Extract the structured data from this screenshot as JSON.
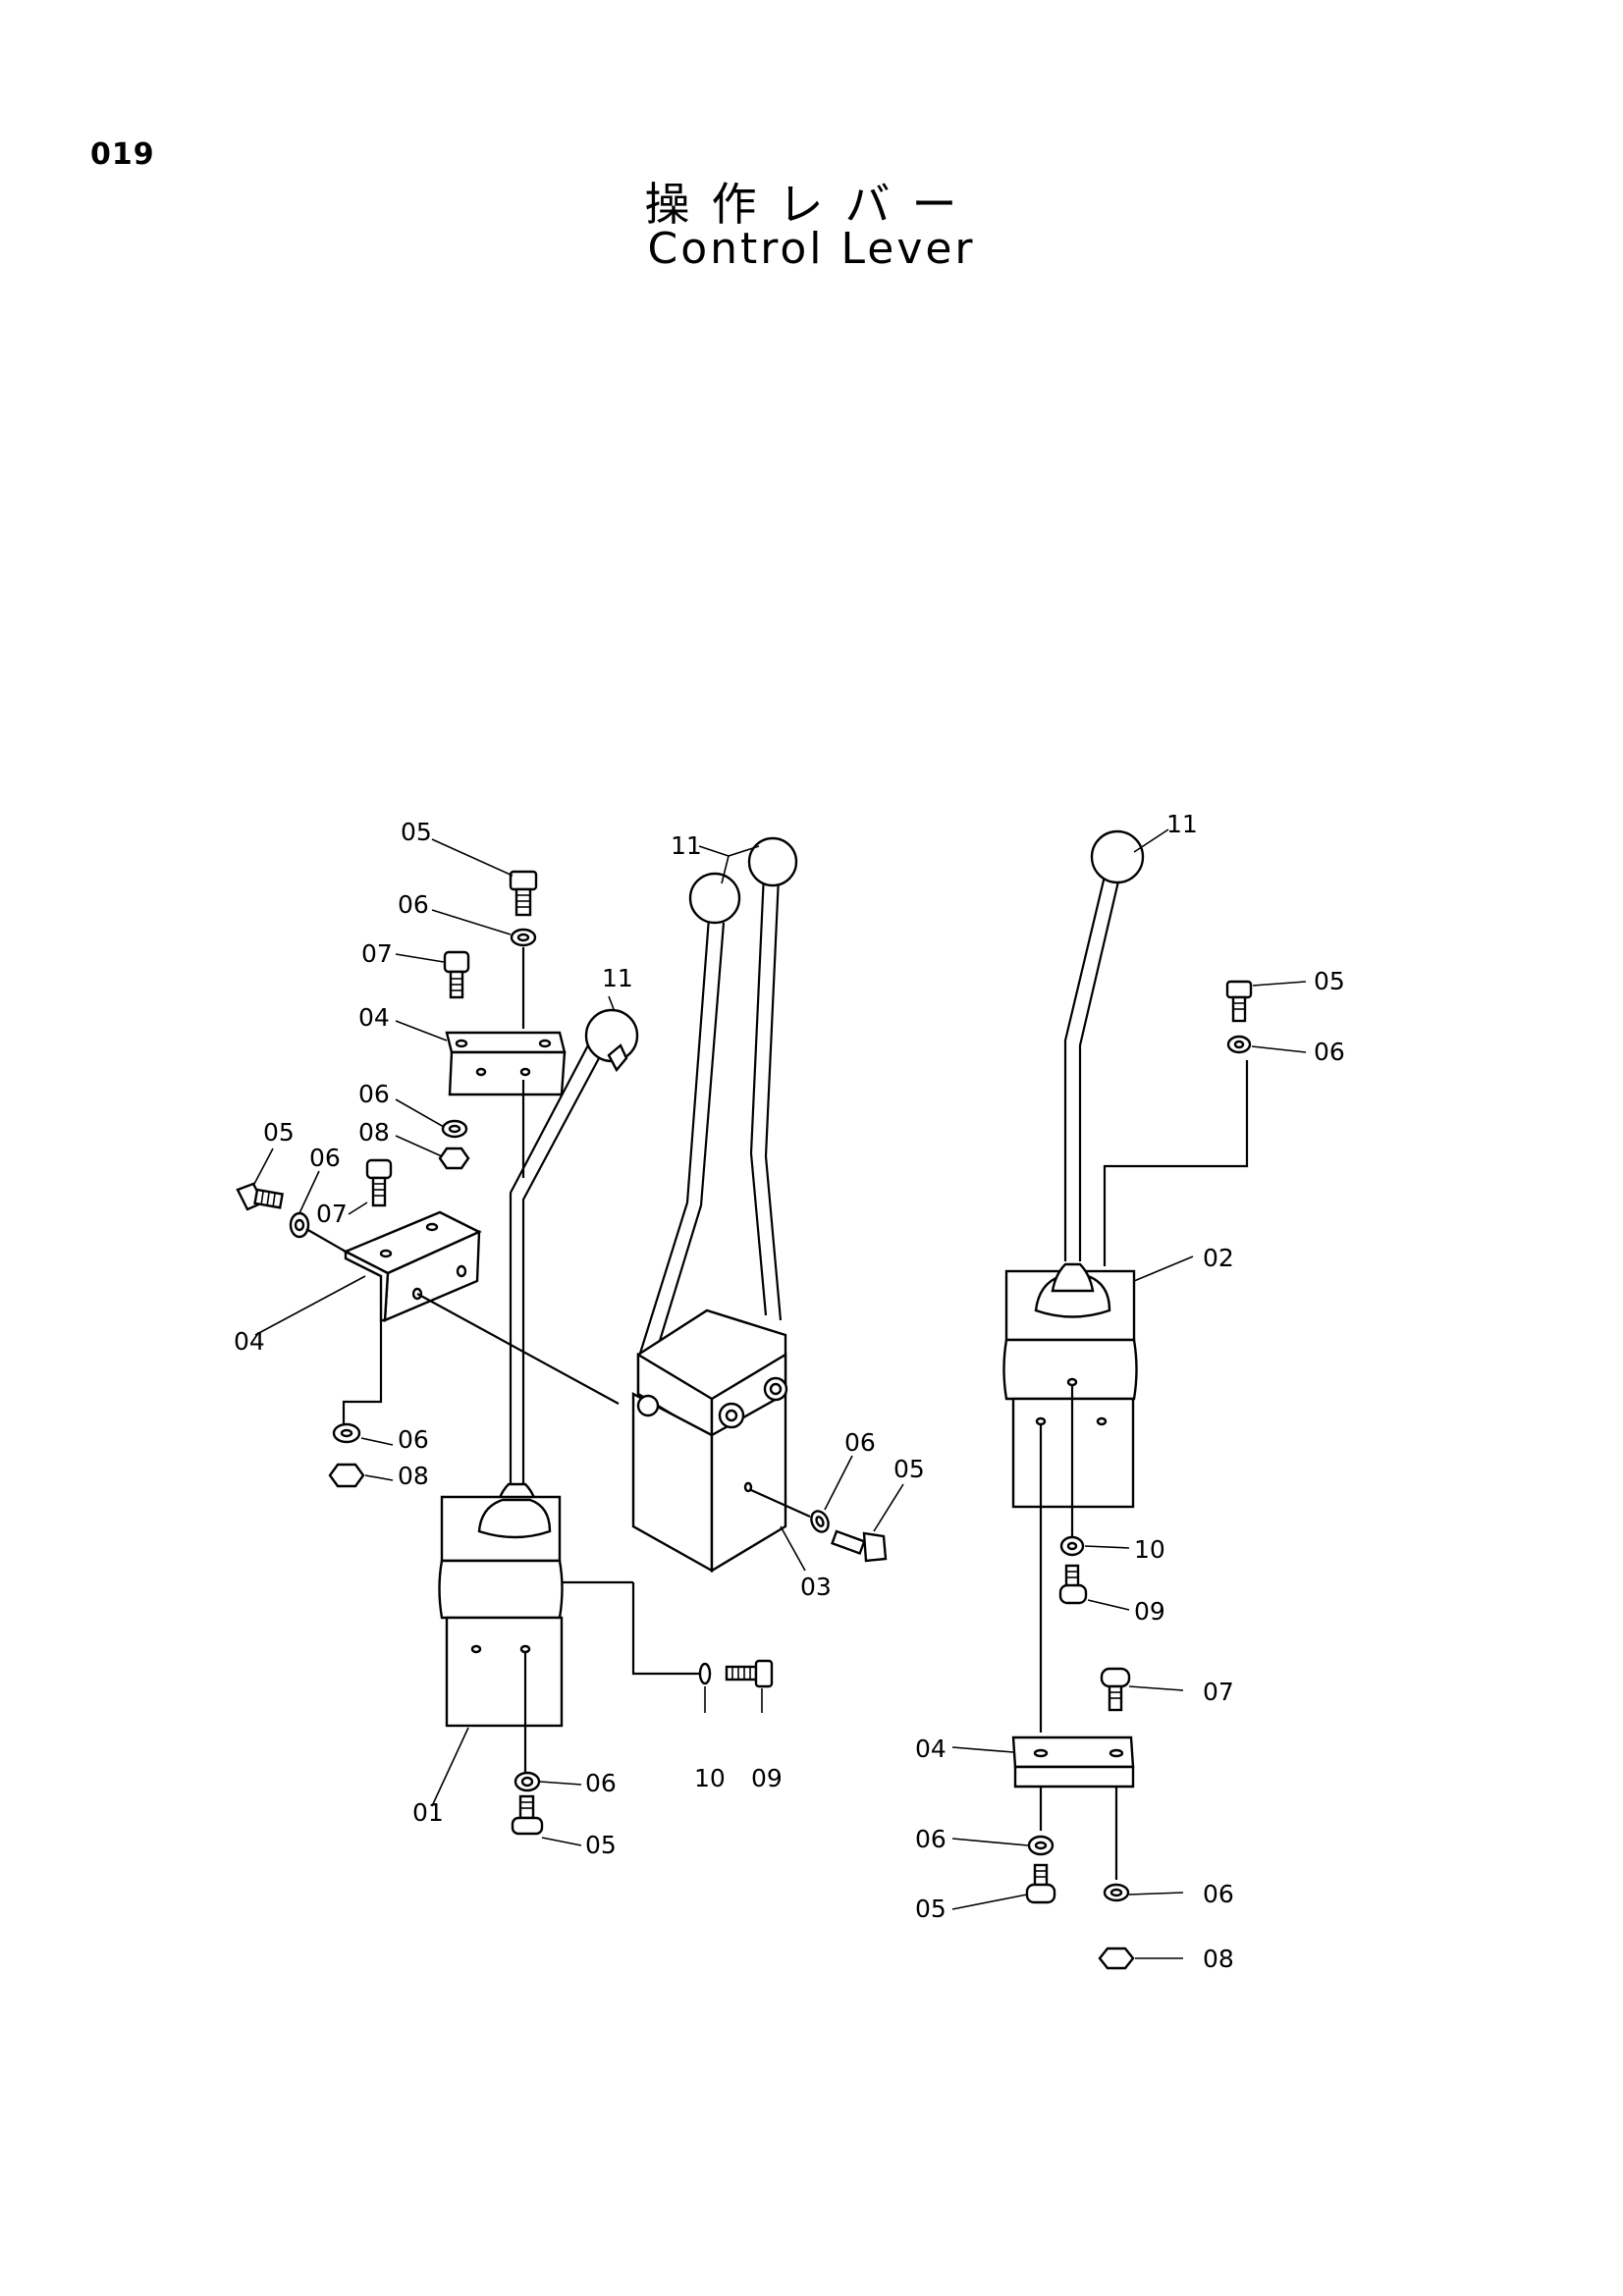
{
  "page_number": "019",
  "title_jp": "操作レバー",
  "title_en": "Control Lever",
  "callouts": {
    "a05": "05",
    "a06": "06",
    "a07": "07",
    "a04": "04",
    "a06b": "06",
    "a08": "08",
    "b05": "05",
    "b06": "06",
    "b07": "07",
    "b04": "04",
    "b06b": "06",
    "b08": "08",
    "c11": "11",
    "c01": "01",
    "c06": "06",
    "c05": "05",
    "c10": "10",
    "c09": "09",
    "d11": "11",
    "d06": "06",
    "d05": "05",
    "d03": "03",
    "e11": "11",
    "e05": "05",
    "e06": "06",
    "e02": "02",
    "e10": "10",
    "e09": "09",
    "e07": "07",
    "e04": "04",
    "e06b": "06",
    "e05b": "05",
    "e06c": "06",
    "e08": "08"
  }
}
